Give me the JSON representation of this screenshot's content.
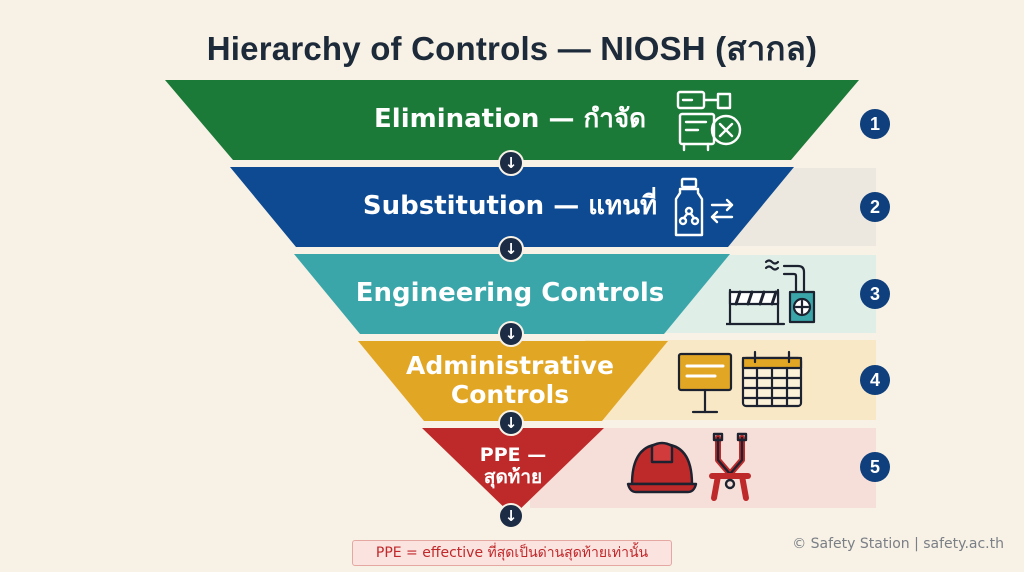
{
  "title": "Hierarchy of Controls — NIOSH (สากล)",
  "levels": [
    {
      "label": "Elimination — กำจัด",
      "number": "1",
      "color": "#1b7a37",
      "band_color": "",
      "icon": "machine-removed-icon"
    },
    {
      "label": "Substitution — แทนที่",
      "number": "2",
      "color": "#0d4a92",
      "band_color": "#ede8df",
      "icon": "chemical-swap-icon"
    },
    {
      "label": "Engineering Controls",
      "number": "3",
      "color": "#3aa6aa",
      "band_color": "#dfeee7",
      "icon": "ventilation-barrier-icon"
    },
    {
      "label": "Administrative Controls",
      "number": "4",
      "color": "#e2a625",
      "band_color": "#f8e8c5",
      "icon": "sign-calendar-icon"
    },
    {
      "label": "PPE — สุดท้าย",
      "number": "5",
      "color": "#be2a2a",
      "band_color": "#f6dfd9",
      "icon": "helmet-harness-icon"
    }
  ],
  "arrow_glyph": "↓",
  "note": "PPE = effective ที่สุดเป็นด่านสุดท้ายเท่านั้น",
  "credit": "© Safety Station | safety.ac.th",
  "colors": {
    "background": "#f7f1e6",
    "badge": "#0f3f7c",
    "arrow": "#1b2c44",
    "note_text": "#c0282a"
  }
}
